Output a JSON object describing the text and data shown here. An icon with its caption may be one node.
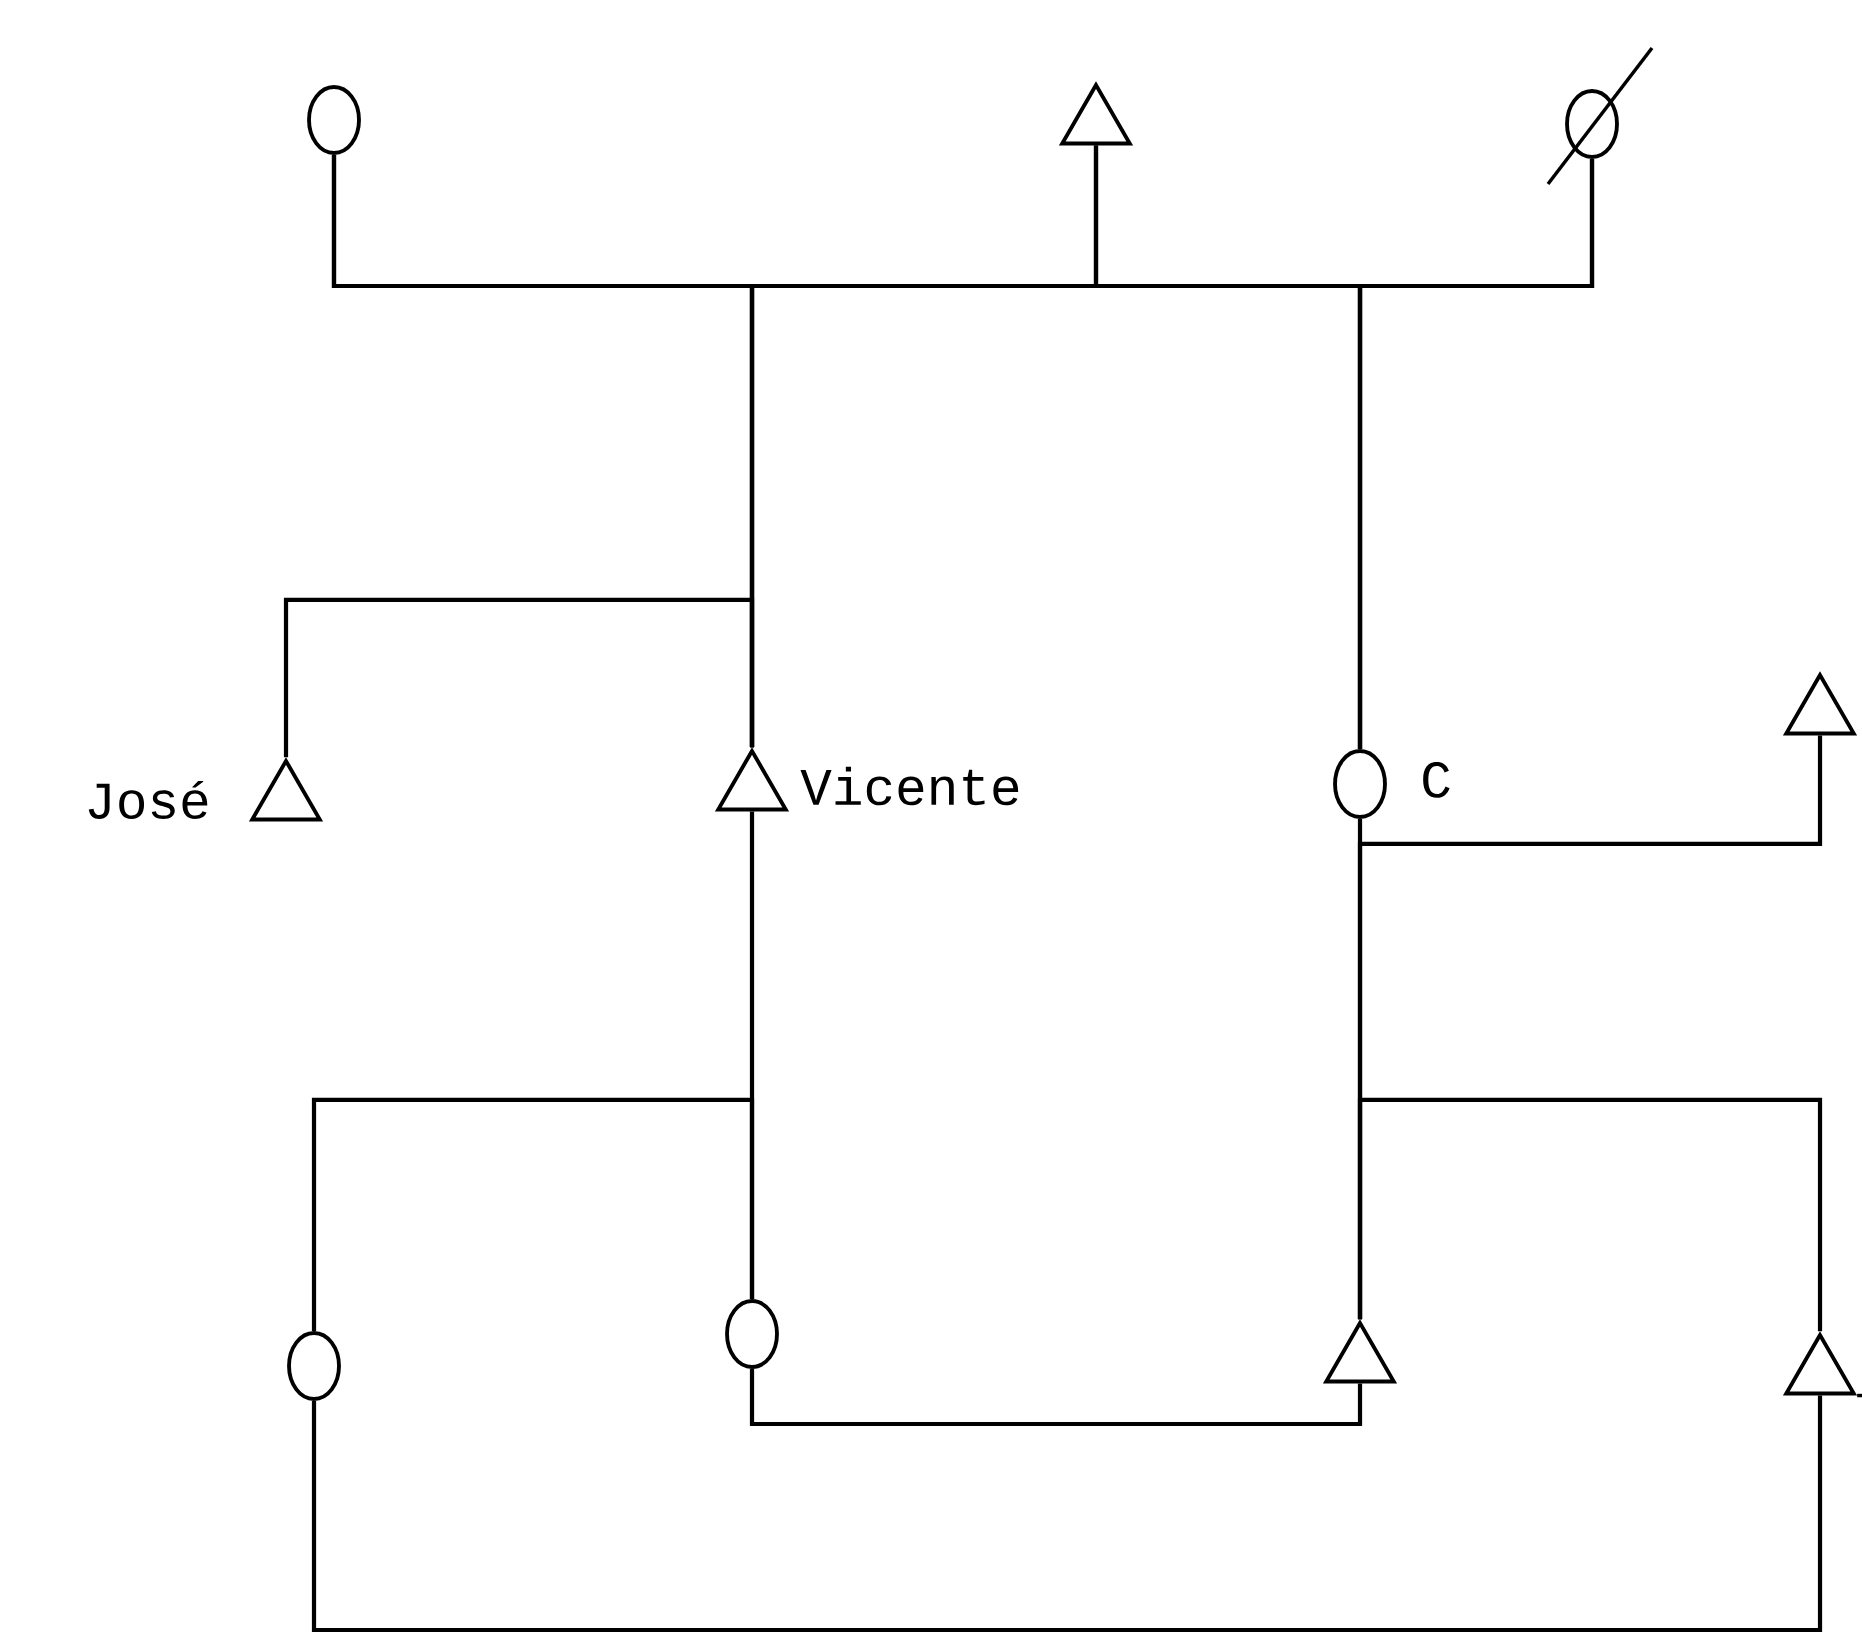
{
  "diagram": {
    "nodes": [
      {
        "text": [],
        "shape": "circle"
      },
      {
        "text": [],
        "shape": "triangle"
      },
      {
        "text": [],
        "shape": "circle"
      },
      {
        "text": [],
        "shape": "triangle",
        "beside": [
          "José"
        ]
      },
      {
        "text": [],
        "shape": "triangle",
        "beside": [
          "Vicente"
        ]
      },
      {
        "text": [],
        "shape": "circle",
        "beside": [
          "C"
        ]
      },
      {
        "text": [],
        "shape": "triangle"
      },
      {
        "text": [],
        "shape": "circle"
      },
      {
        "text": [],
        "shape": "circle"
      },
      {
        "text": [],
        "shape": "triangle"
      },
      {
        "text": [],
        "shape": "triangle"
      }
    ],
    "edges": [
      {
        "from": 0,
        "to": 4,
        "arrow": "none"
      },
      {
        "from": 1,
        "to": 4,
        "arrow": "none"
      },
      {
        "from": 2,
        "to": 4,
        "arrow": "none"
      },
      {
        "from": 0,
        "to": 5,
        "arrow": "none"
      },
      {
        "from": 1,
        "to": 5,
        "arrow": "none"
      },
      {
        "from": 2,
        "to": 5,
        "arrow": "none"
      },
      {
        "from": 3,
        "to": 4,
        "arrow": "none"
      },
      {
        "from": 4,
        "to": 8,
        "arrow": "none"
      },
      {
        "from": 7,
        "to": 8,
        "arrow": "none"
      },
      {
        "from": 5,
        "to": 9,
        "arrow": "none"
      },
      {
        "from": 6,
        "to": 9,
        "arrow": "none"
      },
      {
        "from": 10,
        "to": 9,
        "arrow": "none"
      },
      {
        "from": 8,
        "to": 9,
        "arrow": "none"
      },
      {
        "from": 7,
        "to": 10,
        "arrow": "none"
      }
    ]
  }
}
